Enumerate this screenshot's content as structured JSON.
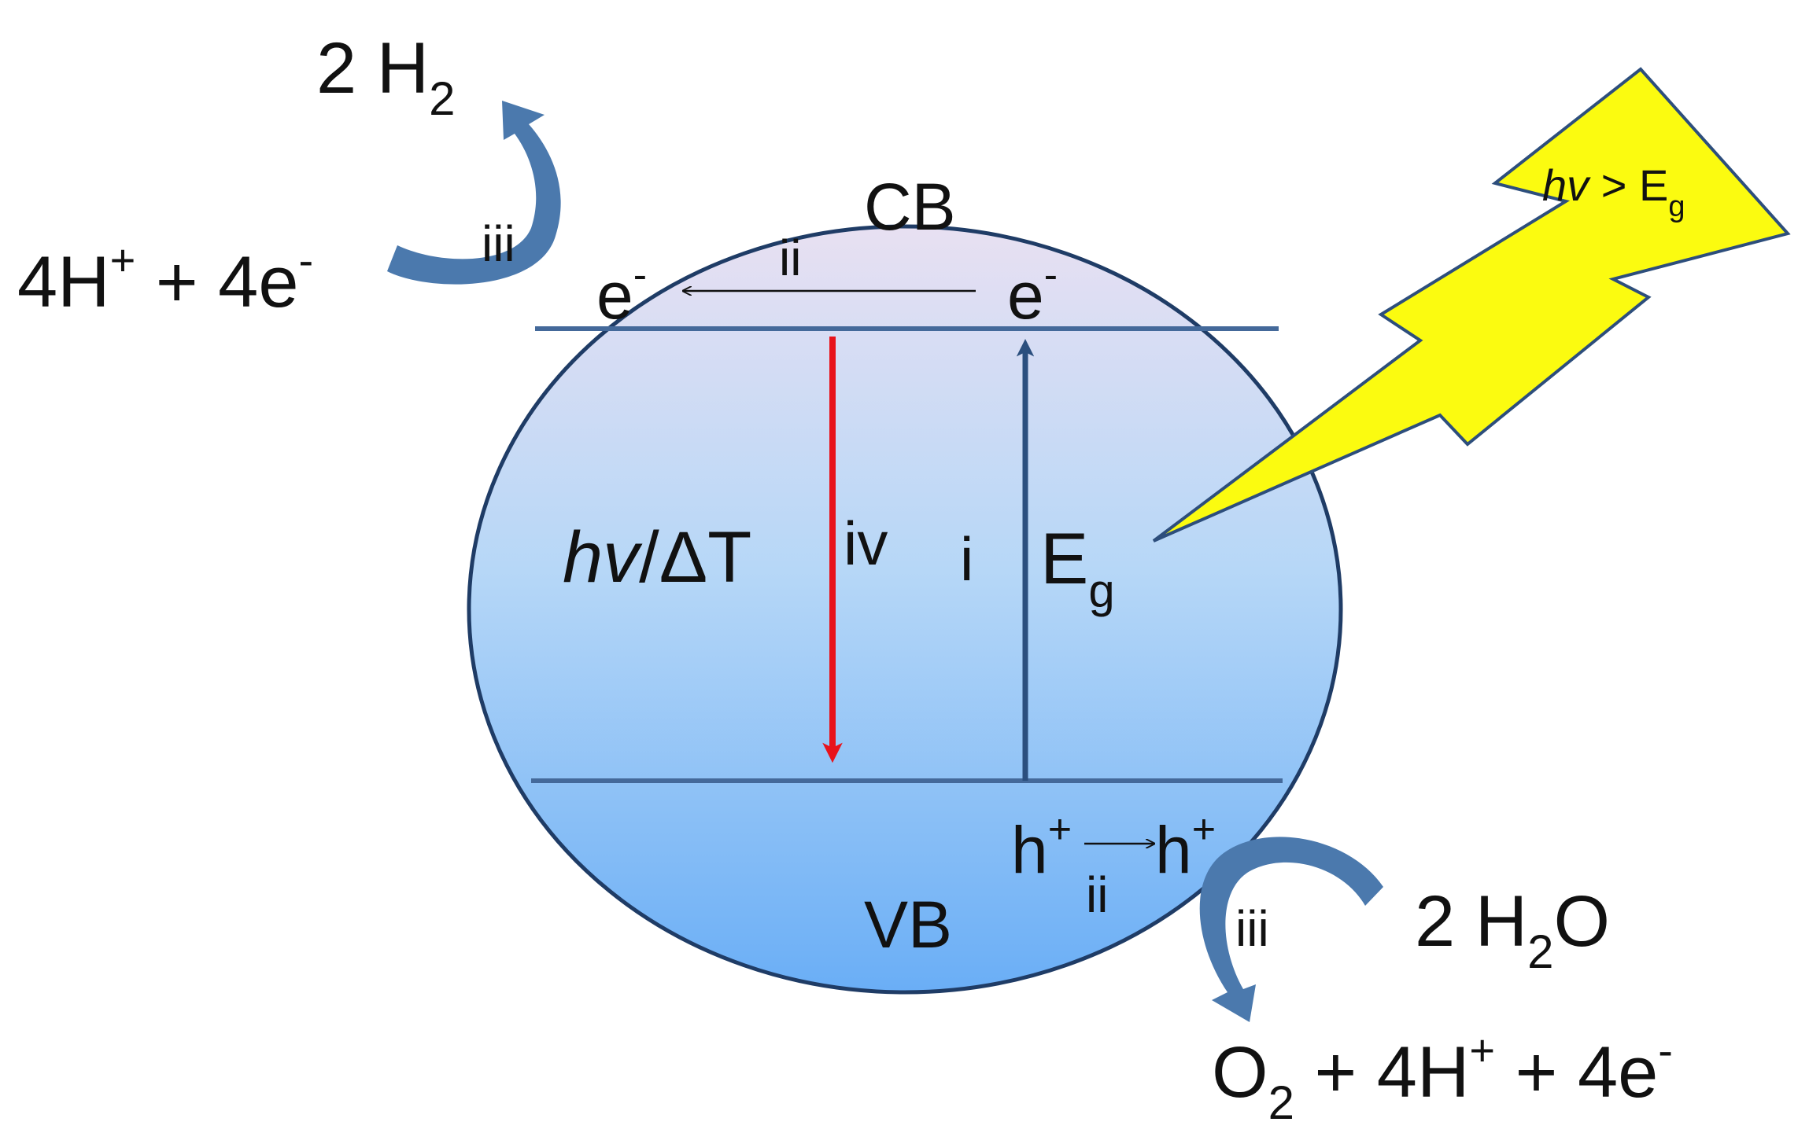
{
  "diagram": {
    "bands": {
      "conduction": "CB",
      "valence": "VB"
    },
    "electrons": {
      "left": {
        "base": "e",
        "sup": "-"
      },
      "right": {
        "base": "e",
        "sup": "-"
      }
    },
    "holes": {
      "left": {
        "base": "h",
        "sup": "+"
      },
      "right": {
        "base": "h",
        "sup": "+"
      }
    },
    "steps": {
      "excitation": "i",
      "migration_cb": "ii",
      "migration_vb": "ii",
      "reaction_cb": "iii",
      "reaction_vb": "iii",
      "recombination": "iv"
    },
    "recombination_label": {
      "h": "h",
      "nu": "v",
      "rest": "/ΔT"
    },
    "band_gap": {
      "base": "E",
      "sub": "g"
    },
    "light": {
      "h": "h",
      "nu": "v",
      "op": " > ",
      "base": "E",
      "sub": "g"
    },
    "reduction": {
      "reactant": {
        "t1": "4H",
        "s1": "+",
        "t2": " + 4e",
        "s2": "-"
      },
      "product": {
        "t1": "2 H",
        "sub": "2"
      }
    },
    "oxidation": {
      "reactant": {
        "t1": "2 H",
        "sub": "2",
        "t2": "O"
      },
      "product": {
        "t1": "O",
        "sub": "2",
        "t2": " + 4H",
        "s1": "+",
        "t3": " + 4e",
        "s2": "-"
      }
    },
    "colors": {
      "sphere_top": "#e8e0f2",
      "sphere_mid": "#b6d7f7",
      "sphere_bottom": "#6aaef6",
      "outline": "#1f3c66",
      "band_line": "#44699a",
      "excitation_arrow": "#2b4f7e",
      "recombination_arrow": "#e8131b",
      "reaction_arrow": "#4b79ad",
      "lightning_fill": "#fbfb10",
      "lightning_stroke": "#2d4e7c"
    }
  }
}
